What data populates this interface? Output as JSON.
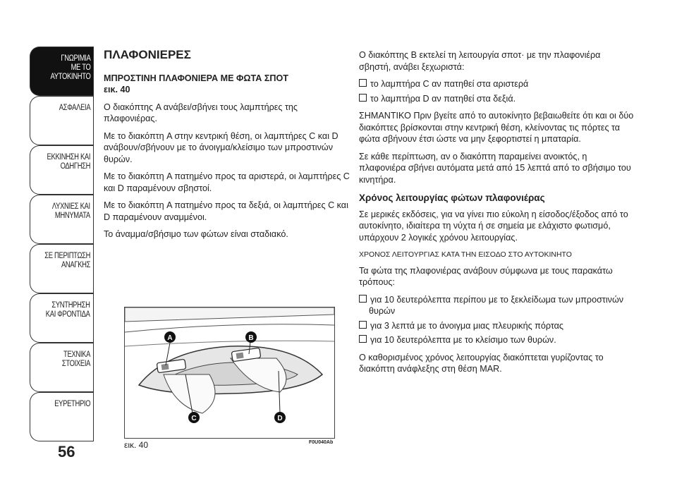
{
  "sidebar": {
    "tabs": [
      {
        "label": "ΓΝΩΡΙΜΙΑ\nΜΕ ΤΟ\nΑΥΤΟΚΙΝΗΤΟ",
        "active": true
      },
      {
        "label": "ΑΣΦΑΛΕΙΑ",
        "active": false
      },
      {
        "label": "ΕΚΚΙΝΗΣΗ ΚΑΙ\nΟΔΗΓΗΣΗ",
        "active": false
      },
      {
        "label": "ΛΥΧΝΙΕΣ ΚΑΙ\nΜΗΝΥΜΑΤΑ",
        "active": false
      },
      {
        "label": "ΣΕ ΠΕΡΙΠΤΩΣΗ\nΑΝΑΓΚΗΣ",
        "active": false
      },
      {
        "label": "ΣΥΝΤΗΡΗΣΗ\nΚΑΙ ΦΡΟΝΤΙΔΑ",
        "active": false
      },
      {
        "label": "ΤΕΧΝΙΚΑ\nΣΤΟΙΧΕΙΑ",
        "active": false
      },
      {
        "label": "ΕΥΡΕΤΗΡΙΟ",
        "active": false
      }
    ]
  },
  "page_number": "56",
  "left": {
    "title": "ΠΛΑΦΟΝΙΕΡΕΣ",
    "subtitle_line1": "ΜΠΡΟΣΤΙΝΗ ΠΛΑΦΟΝΙΕΡΑ ΜΕ ΦΩΤΑ ΣΠΟΤ",
    "subtitle_line2": "εικ. 40",
    "p1": "Ο διακόπτης A ανάβει/σβήνει τους λαμπτήρες της πλαφονιέρας.",
    "p2": "Με το διακόπτη A στην κεντρική θέση, οι λαμπτήρες C και D ανάβουν/σβήνουν με το άνοιγμα/κλείσιμο των μπροστινών θυρών.",
    "p3": "Με το διακόπτη A πατημένο προς τα αριστερά, οι λαμπτήρες C και D παραμένουν σβηστοί.",
    "p4": "Με το διακόπτη A πατημένο προς τα δεξιά, οι λαμπτήρες C και D παραμένουν αναμμένοι.",
    "p5": "Το άναμμα/σβήσιμο των φώτων είναι σταδιακό."
  },
  "figure": {
    "labels": {
      "a": "A",
      "b": "B",
      "c": "C",
      "d": "D"
    },
    "caption": "εικ. 40",
    "code": "F0U040Ab"
  },
  "right": {
    "p1": "Ο διακόπτης B εκτελεί τη λειτουργία σποτ· με την πλαφονιέρα σβηστή, ανάβει ξεχωριστά:",
    "b1": "το λαμπτήρα C αν πατηθεί στα αριστερά",
    "b2": "το λαμπτήρα D αν πατηθεί στα δεξιά.",
    "p2": "ΣΗΜΑΝΤΙΚΟ Πριν βγείτε από το αυτοκίνητο βεβαιωθείτε ότι και οι δύο διακόπτες βρίσκονται στην κεντρική θέση, κλείνοντας τις πόρτες τα φώτα σβήνουν έτσι ώστε να μην ξεφορτιστεί η μπαταρία.",
    "p3": "Σε κάθε περίπτωση, αν ο διακόπτη παραμείνει ανοικτός, η πλαφονιέρα σβήνει αυτόματα μετά από 15 λεπτά από το σβήσιμο του κινητήρα.",
    "h3": "Χρόνος λειτουργίας φώτων πλαφονιέρας",
    "p4": "Σε μερικές εκδόσεις, για να γίνει πιο εύκολη η είσοδος/έξοδος από το αυτοκίνητο, ιδιαίτερα τη νύχτα ή σε σημεία με ελάχιστο φωτισμό, υπάρχουν 2 λογικές χρόνου λειτουργίας.",
    "small": "ΧΡΟΝΟΣ ΛΕΙΤΟΥΡΓΙΑΣ ΚΑΤΑ ΤΗΝ ΕΙΣΟΔΟ ΣΤΟ ΑΥΤΟΚΙΝΗΤΟ",
    "p5": "Τα φώτα της πλαφονιέρας ανάβουν σύμφωνα με τους παρακάτω τρόπους:",
    "b3": "για 10 δευτερόλεπτα περίπου με το ξεκλείδωμα των μπροστινών θυρών",
    "b4": "για 3 λεπτά με το άνοιγμα μιας πλευρικής πόρτας",
    "b5": "για 10 δευτερόλεπτα με το κλείσιμο των θυρών.",
    "p6": "Ο καθορισμένος χρόνος λειτουργίας διακόπτεται γυρίζοντας το διακόπτη ανάφλεξης στη θέση MAR."
  }
}
